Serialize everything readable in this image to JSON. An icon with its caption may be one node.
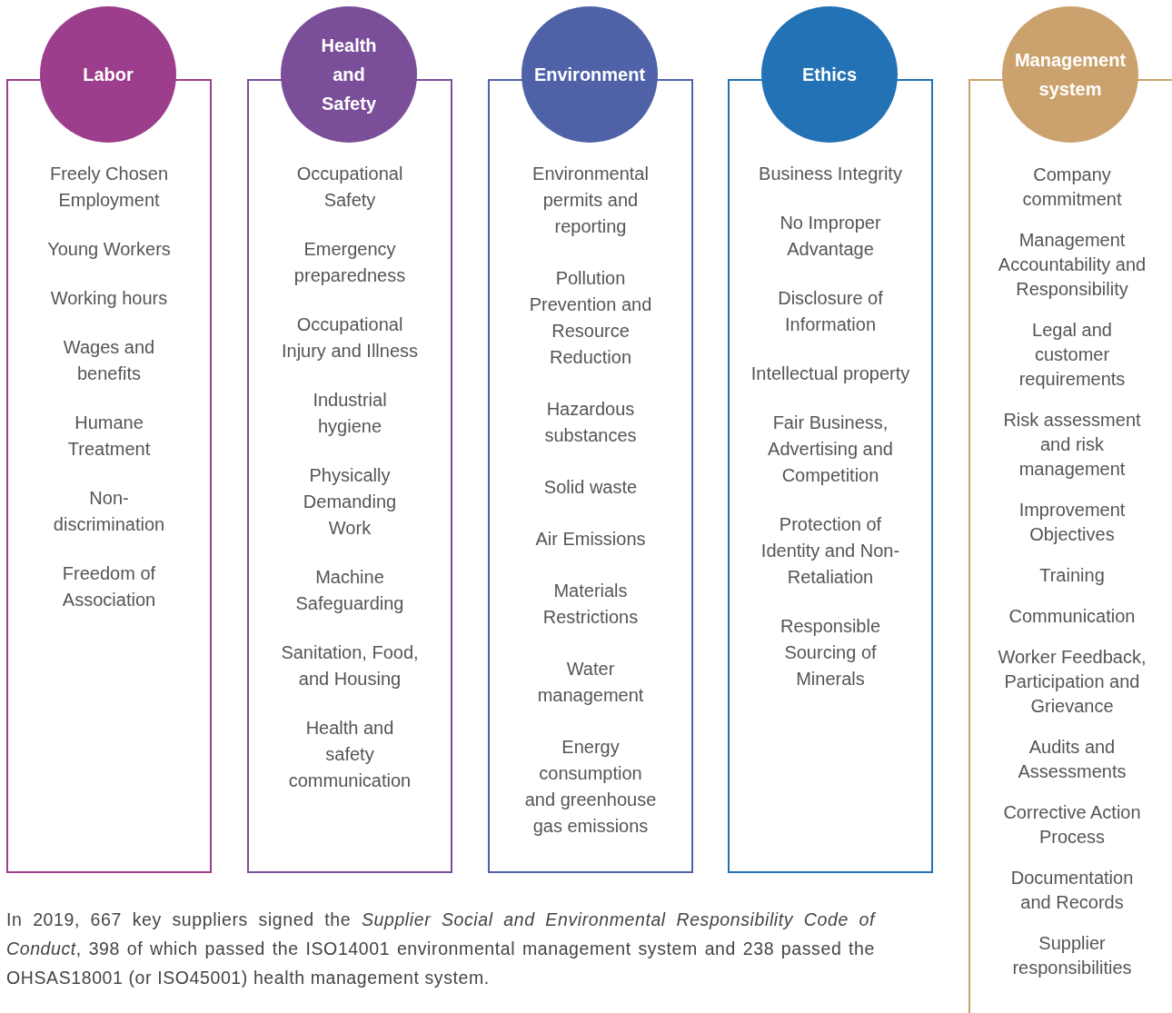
{
  "diagram": {
    "caption": "In 2019, 667 key suppliers signed the *Supplier Social and Environmental Responsibility Code of Conduct*, 398 of which passed the ISO14001 environmental management system and 238 passed the OHSAS18001 (or ISO45001) health management system.",
    "nodes": [
      {
        "text": [
          "Labor"
        ]
      },
      {
        "text": [
          "Freely Chosen Employment",
          "Young Workers",
          "Working hours",
          "Wages and benefits",
          "Humane Treatment",
          "Non-discrimination",
          "Freedom of Association"
        ]
      },
      {
        "text": [
          "Health and Safety"
        ]
      },
      {
        "text": [
          "Occupational Safety",
          "Emergency preparedness",
          "Occupational Injury and Illness",
          "Industrial hygiene",
          "Physically Demanding Work",
          "Machine Safeguarding",
          "Sanitation, Food, and Housing",
          "Health and safety communication"
        ]
      },
      {
        "text": [
          "Environment"
        ]
      },
      {
        "text": [
          "Environmental permits and reporting",
          "Pollution Prevention and Resource Reduction",
          "Hazardous substances",
          "Solid waste",
          "Air Emissions",
          "Materials Restrictions",
          "Water management",
          "Energy consumption and greenhouse gas emissions"
        ]
      },
      {
        "text": [
          "Ethics"
        ]
      },
      {
        "text": [
          "Business Integrity",
          "No Improper Advantage",
          "Disclosure of Information",
          "Intellectual property",
          "Fair Business, Advertising and Competition",
          "Protection of Identity and Non-Retaliation",
          "Responsible Sourcing of Minerals"
        ]
      },
      {
        "text": [
          "Management system"
        ]
      },
      {
        "text": [
          "Company commitment",
          "Management Accountability and Responsibility",
          "Legal and customer requirements",
          "Risk assessment and risk management",
          "Improvement Objectives",
          "Training",
          "Communication",
          "Worker Feedback, Participation and Grievance",
          "Audits and Assessments",
          "Corrective Action Process",
          "Documentation and Records",
          "Supplier responsibilities"
        ]
      }
    ],
    "edges": []
  }
}
